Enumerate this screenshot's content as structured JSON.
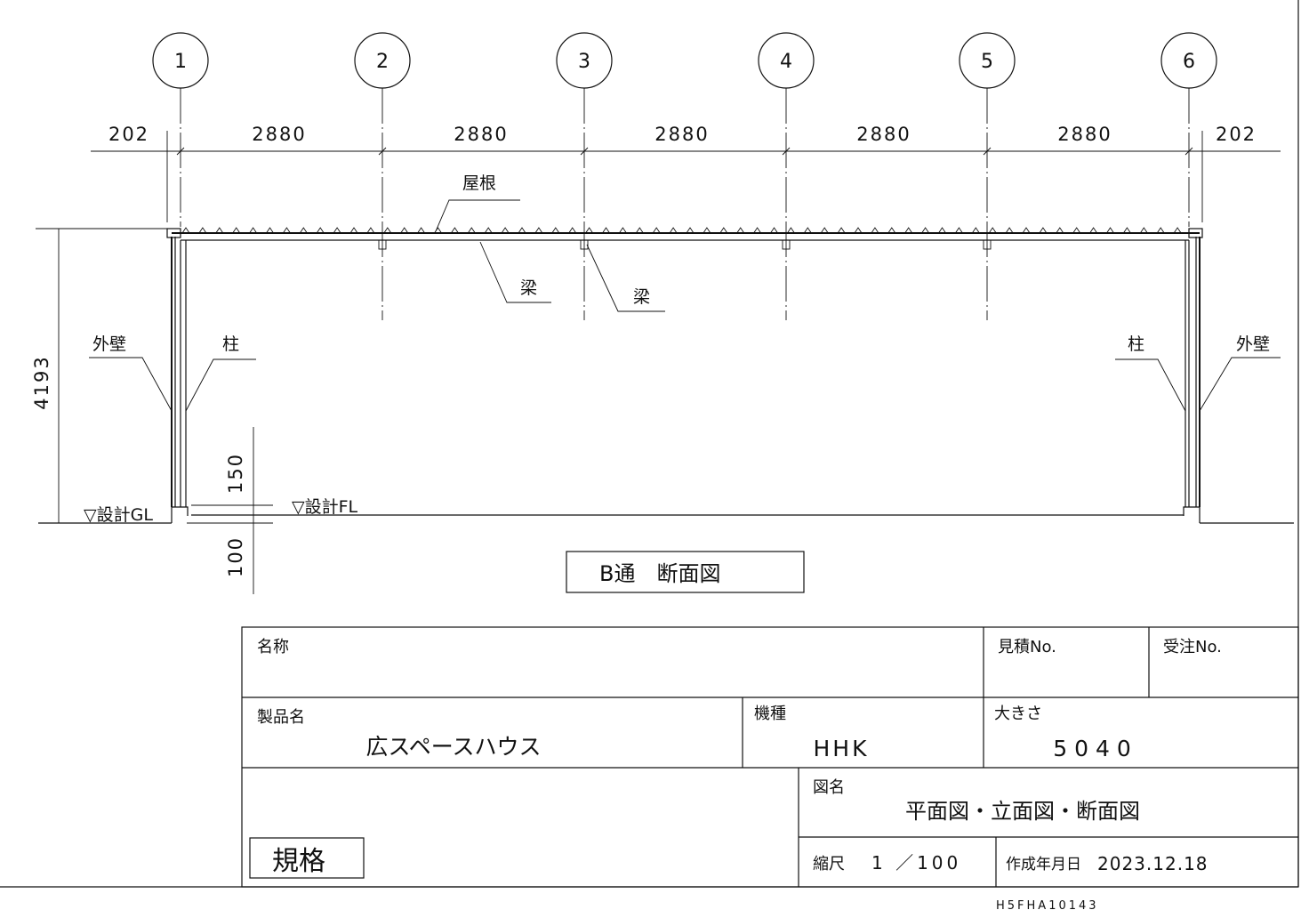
{
  "drawing": {
    "grid_labels": [
      "1",
      "2",
      "3",
      "4",
      "5",
      "6"
    ],
    "dimensions_top": [
      "202",
      "2880",
      "2880",
      "2880",
      "2880",
      "2880",
      "202"
    ],
    "height_dim": "4193",
    "dim_150": "150",
    "dim_100": "100",
    "labels": {
      "roof": "屋根",
      "beam_1": "梁",
      "beam_2": "梁",
      "outer_wall_left": "外壁",
      "column_left": "柱",
      "column_right": "柱",
      "outer_wall_right": "外壁",
      "design_gl": "▽設計GL",
      "design_fl": "▽設計FL"
    },
    "section_title": "B通　断面図"
  },
  "title_block": {
    "name_label": "名称",
    "name_value": "",
    "estimate_no_label": "見積No.",
    "order_no_label": "受注No.",
    "product_label": "製品名",
    "product_value": "広スペースハウス",
    "model_label": "機種",
    "model_value": "HHK",
    "size_label": "大きさ",
    "size_value": "5040",
    "drawing_name_label": "図名",
    "drawing_name_value": "平面図・立面図・断面図",
    "spec_label": "規格",
    "scale_label": "縮尺",
    "scale_value": "1 ／100",
    "date_label": "作成年月日",
    "date_value": "2023.12.18"
  },
  "drawing_code": "H5FHA10143"
}
